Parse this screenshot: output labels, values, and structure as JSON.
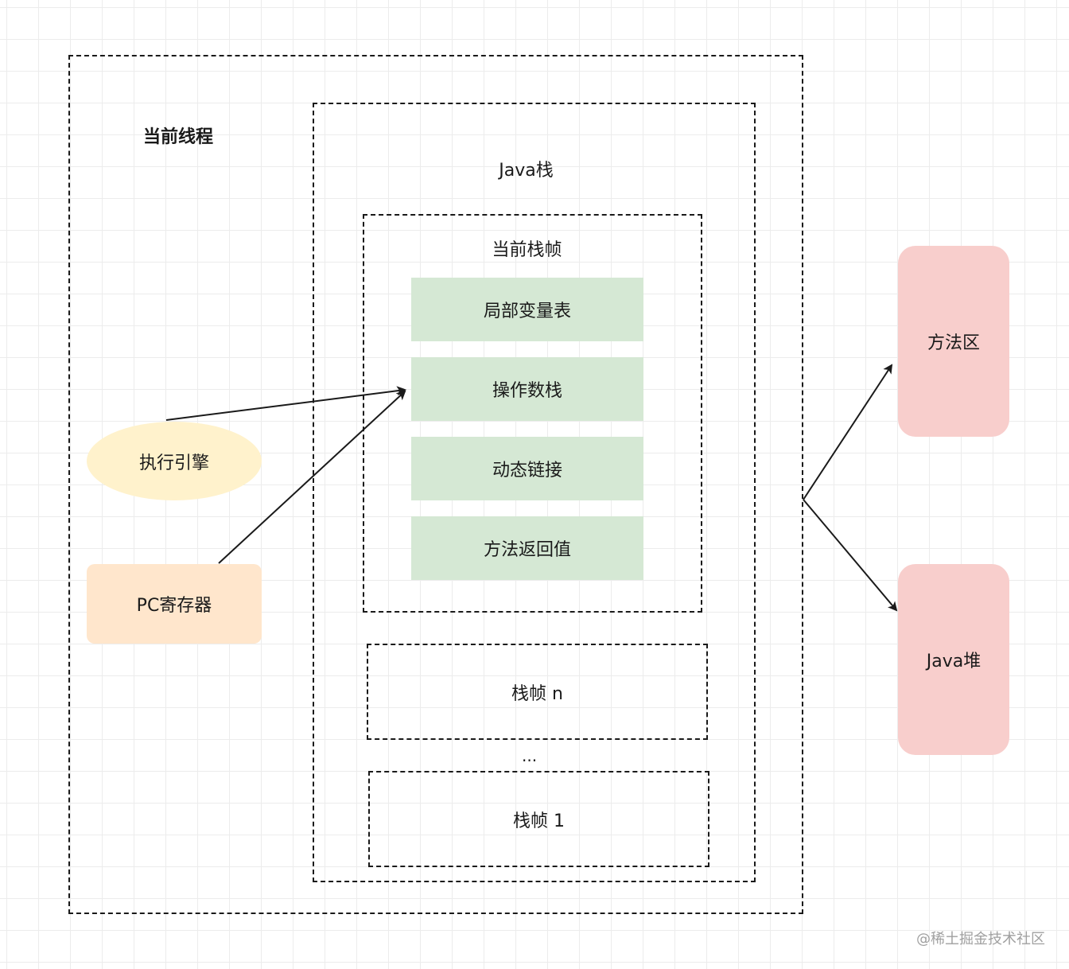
{
  "thread": {
    "title": "当前线程"
  },
  "java_stack": {
    "title": "Java栈",
    "current_frame": {
      "title": "当前栈帧",
      "items": [
        "局部变量表",
        "操作数栈",
        "动态链接",
        "方法返回值"
      ]
    },
    "frame_n": "栈帧 n",
    "ellipsis": "...",
    "frame_1": "栈帧 1"
  },
  "exec_engine": "执行引擎",
  "pc_register": "PC寄存器",
  "method_area": "方法区",
  "java_heap": "Java堆",
  "watermark": "@稀土掘金技术社区",
  "colors": {
    "green_box": "#d5e8d4",
    "pink_box": "#f8cecc",
    "exec_engine": "#fff2cc",
    "pc_register": "#ffe6cc"
  }
}
